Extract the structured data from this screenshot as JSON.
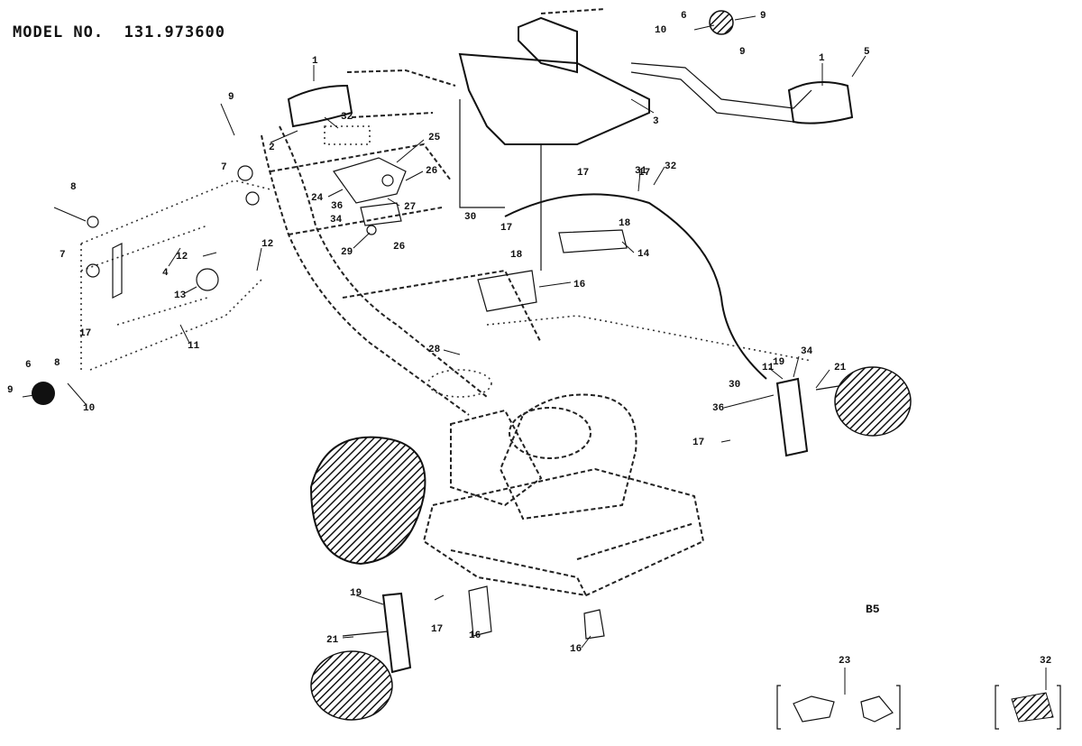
{
  "header": {
    "model_label": "MODEL NO.",
    "model_number": "131.973600"
  },
  "page_ref": "B5",
  "inset_labels": {
    "left": "23",
    "right": "32"
  },
  "callouts": [
    {
      "id": "c1a",
      "text": "1"
    },
    {
      "id": "c1b",
      "text": "1"
    },
    {
      "id": "c2",
      "text": "2"
    },
    {
      "id": "c3",
      "text": "3"
    },
    {
      "id": "c4",
      "text": "4"
    },
    {
      "id": "c5",
      "text": "5"
    },
    {
      "id": "c6a",
      "text": "6"
    },
    {
      "id": "c6b",
      "text": "6"
    },
    {
      "id": "c7a",
      "text": "7"
    },
    {
      "id": "c7b",
      "text": "7"
    },
    {
      "id": "c8a",
      "text": "8"
    },
    {
      "id": "c8b",
      "text": "8"
    },
    {
      "id": "c9a",
      "text": "9"
    },
    {
      "id": "c9b",
      "text": "9"
    },
    {
      "id": "c9c",
      "text": "9"
    },
    {
      "id": "c9d",
      "text": "9"
    },
    {
      "id": "c10a",
      "text": "10"
    },
    {
      "id": "c10b",
      "text": "10"
    },
    {
      "id": "c11a",
      "text": "11"
    },
    {
      "id": "c11b",
      "text": "11"
    },
    {
      "id": "c12a",
      "text": "12"
    },
    {
      "id": "c12b",
      "text": "12"
    },
    {
      "id": "c13",
      "text": "13"
    },
    {
      "id": "c14",
      "text": "14"
    },
    {
      "id": "c16a",
      "text": "16"
    },
    {
      "id": "c16b",
      "text": "16"
    },
    {
      "id": "c16c",
      "text": "16"
    },
    {
      "id": "c17a",
      "text": "17"
    },
    {
      "id": "c17b",
      "text": "17"
    },
    {
      "id": "c17c",
      "text": "17"
    },
    {
      "id": "c17d",
      "text": "17"
    },
    {
      "id": "c17e",
      "text": "17"
    },
    {
      "id": "c17f",
      "text": "17"
    },
    {
      "id": "c18a",
      "text": "18"
    },
    {
      "id": "c18b",
      "text": "18"
    },
    {
      "id": "c19a",
      "text": "19"
    },
    {
      "id": "c19b",
      "text": "19"
    },
    {
      "id": "c21a",
      "text": "21"
    },
    {
      "id": "c21b",
      "text": "21"
    },
    {
      "id": "c24",
      "text": "24"
    },
    {
      "id": "c25",
      "text": "25"
    },
    {
      "id": "c26a",
      "text": "26"
    },
    {
      "id": "c26b",
      "text": "26"
    },
    {
      "id": "c27",
      "text": "27"
    },
    {
      "id": "c28",
      "text": "28"
    },
    {
      "id": "c29",
      "text": "29"
    },
    {
      "id": "c30a",
      "text": "30"
    },
    {
      "id": "c30b",
      "text": "30"
    },
    {
      "id": "c31",
      "text": "31"
    },
    {
      "id": "c32a",
      "text": "32"
    },
    {
      "id": "c32b",
      "text": "32"
    },
    {
      "id": "c34a",
      "text": "34"
    },
    {
      "id": "c34b",
      "text": "34"
    },
    {
      "id": "c36a",
      "text": "36"
    },
    {
      "id": "c36b",
      "text": "36"
    }
  ]
}
